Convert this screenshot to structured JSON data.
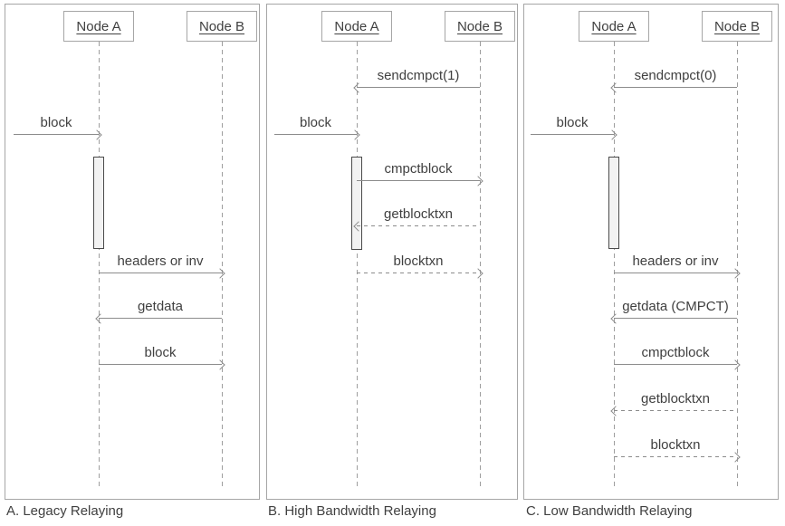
{
  "page": {
    "background": "#ffffff"
  },
  "colors": {
    "panel_border": "#a6a6a6",
    "arrow_line": "#8c8c8c",
    "lifeline": "#9e9e9e",
    "text": "#404040",
    "activation_fill": "#f2f2f2",
    "activation_border": "#4a4a4a"
  },
  "diagram": {
    "panels": [
      {
        "caption": "A. Legacy Relaying",
        "actors": [
          "Node A",
          "Node B"
        ],
        "messages": [
          {
            "label": "block",
            "from": "external",
            "to": "Node A",
            "line": "solid"
          },
          {
            "label": "headers or inv",
            "from": "Node A",
            "to": "Node B",
            "line": "solid"
          },
          {
            "label": "getdata",
            "from": "Node B",
            "to": "Node A",
            "line": "solid"
          },
          {
            "label": "block",
            "from": "Node A",
            "to": "Node B",
            "line": "solid"
          }
        ]
      },
      {
        "caption": "B. High Bandwidth Relaying",
        "actors": [
          "Node A",
          "Node B"
        ],
        "messages": [
          {
            "label": "sendcmpct(1)",
            "from": "Node B",
            "to": "Node A",
            "line": "solid"
          },
          {
            "label": "block",
            "from": "external",
            "to": "Node A",
            "line": "solid"
          },
          {
            "label": "cmpctblock",
            "from": "Node A",
            "to": "Node B",
            "line": "solid"
          },
          {
            "label": "getblocktxn",
            "from": "Node B",
            "to": "Node A",
            "line": "dashed"
          },
          {
            "label": "blocktxn",
            "from": "Node A",
            "to": "Node B",
            "line": "dashed"
          }
        ]
      },
      {
        "caption": "C. Low Bandwidth Relaying",
        "actors": [
          "Node A",
          "Node B"
        ],
        "messages": [
          {
            "label": "sendcmpct(0)",
            "from": "Node B",
            "to": "Node A",
            "line": "solid"
          },
          {
            "label": "block",
            "from": "external",
            "to": "Node A",
            "line": "solid"
          },
          {
            "label": "headers or inv",
            "from": "Node A",
            "to": "Node B",
            "line": "solid"
          },
          {
            "label": "getdata (CMPCT)",
            "from": "Node B",
            "to": "Node A",
            "line": "solid"
          },
          {
            "label": "cmpctblock",
            "from": "Node A",
            "to": "Node B",
            "line": "solid"
          },
          {
            "label": "getblocktxn",
            "from": "Node B",
            "to": "Node A",
            "line": "dashed"
          },
          {
            "label": "blocktxn",
            "from": "Node A",
            "to": "Node B",
            "line": "dashed"
          }
        ]
      }
    ]
  }
}
